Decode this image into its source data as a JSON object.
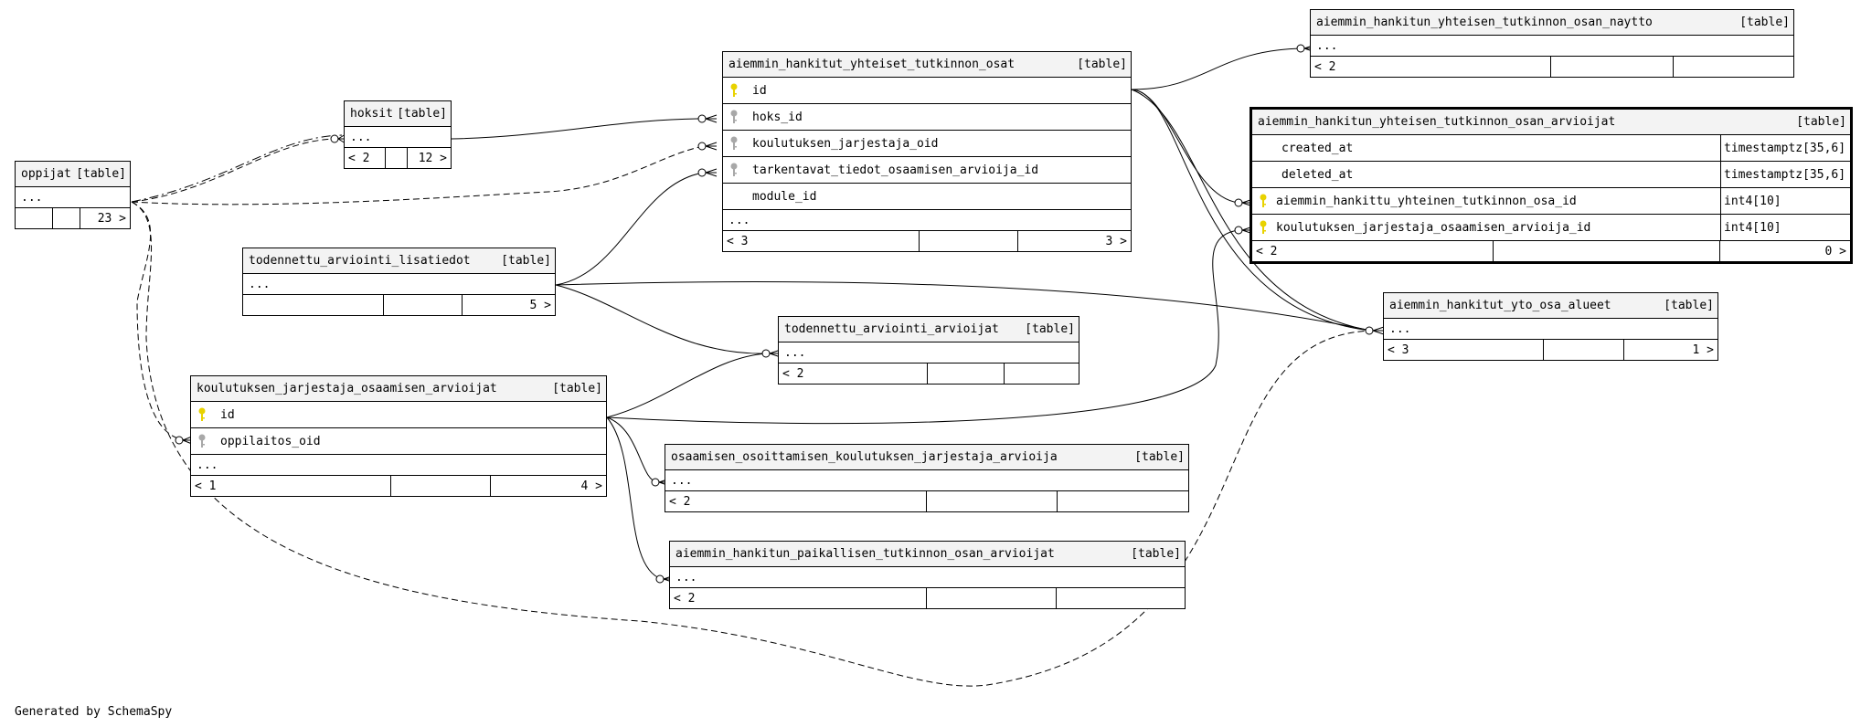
{
  "generated_by": "Generated by SchemaSpy",
  "tables": {
    "oppijat": {
      "name": "oppijat",
      "tag": "[table]",
      "more": "...",
      "foot_left": "",
      "foot_right": "23 >"
    },
    "hoksit": {
      "name": "hoksit",
      "tag": "[table]",
      "more": "...",
      "foot_left": "< 2",
      "foot_right": "12 >"
    },
    "ahyto": {
      "name": "aiemmin_hankitut_yhteiset_tutkinnon_osat",
      "tag": "[table]",
      "columns": [
        {
          "name": "id",
          "key": "primary"
        },
        {
          "name": "hoks_id",
          "key": "foreign"
        },
        {
          "name": "koulutuksen_jarjestaja_oid",
          "key": "foreign"
        },
        {
          "name": "tarkentavat_tiedot_osaamisen_arvioija_id",
          "key": "foreign"
        },
        {
          "name": "module_id",
          "key": "none"
        }
      ],
      "more": "...",
      "foot_left": "< 3",
      "foot_right": "3 >"
    },
    "naytto": {
      "name": "aiemmin_hankitun_yhteisen_tutkinnon_osan_naytto",
      "tag": "[table]",
      "more": "...",
      "foot_left": "< 2",
      "foot_right": ""
    },
    "arvioijat_sel": {
      "name": "aiemmin_hankitun_yhteisen_tutkinnon_osan_arvioijat",
      "tag": "[table]",
      "columns": [
        {
          "name": "created_at",
          "type": "timestamptz[35,6]",
          "key": "none"
        },
        {
          "name": "deleted_at",
          "type": "timestamptz[35,6]",
          "key": "none"
        },
        {
          "name": "aiemmin_hankittu_yhteinen_tutkinnon_osa_id",
          "type": "int4[10]",
          "key": "primary"
        },
        {
          "name": "koulutuksen_jarjestaja_osaamisen_arvioija_id",
          "type": "int4[10]",
          "key": "primary"
        }
      ],
      "foot_left": "< 2",
      "foot_right": "0 >"
    },
    "lisatiedot": {
      "name": "todennettu_arviointi_lisatiedot",
      "tag": "[table]",
      "more": "...",
      "foot_left": "",
      "foot_right": "5 >"
    },
    "yto_alueet": {
      "name": "aiemmin_hankitut_yto_osa_alueet",
      "tag": "[table]",
      "more": "...",
      "foot_left": "< 3",
      "foot_right": "1 >"
    },
    "ta_arvioijat": {
      "name": "todennettu_arviointi_arvioijat",
      "tag": "[table]",
      "more": "...",
      "foot_left": "< 2",
      "foot_right": ""
    },
    "kjoa": {
      "name": "koulutuksen_jarjestaja_osaamisen_arvioijat",
      "tag": "[table]",
      "columns": [
        {
          "name": "id",
          "key": "primary"
        },
        {
          "name": "oppilaitos_oid",
          "key": "foreign"
        }
      ],
      "more": "...",
      "foot_left": "< 1",
      "foot_right": "4 >"
    },
    "ookja": {
      "name": "osaamisen_osoittamisen_koulutuksen_jarjestaja_arvioija",
      "tag": "[table]",
      "more": "...",
      "foot_left": "< 2",
      "foot_right": ""
    },
    "ahptoa": {
      "name": "aiemmin_hankitun_paikallisen_tutkinnon_osan_arvioijat",
      "tag": "[table]",
      "more": "...",
      "foot_left": "< 2",
      "foot_right": ""
    }
  },
  "colors": {
    "primary_key": "#e8d200",
    "foreign_key": "#a8a8a8",
    "header_bg": "#f3f3f3"
  }
}
